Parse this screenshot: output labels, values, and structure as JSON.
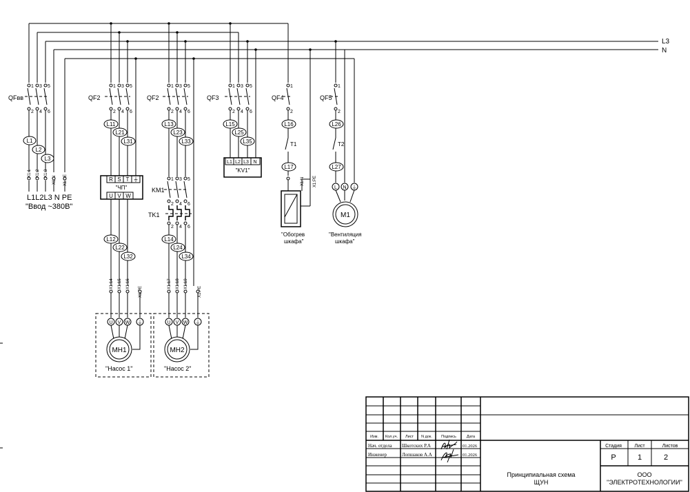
{
  "bus": {
    "l3": "L3",
    "n": "N"
  },
  "breakers": {
    "qfvv": "QFвв",
    "qf2a": "QF2",
    "qf2b": "QF2",
    "qf3": "QF3",
    "qf4": "QF4",
    "qf5": "QF5"
  },
  "pole_numbers": {
    "p1": "1",
    "p2": "2",
    "p3": "3",
    "p4": "4",
    "p5": "5",
    "p6": "6"
  },
  "wires": {
    "L1": "L1",
    "L2": "L2",
    "L3": "L3",
    "L11": "L11",
    "L21": "L21",
    "L31": "L31",
    "L13": "L13",
    "L23": "L23",
    "L33": "L33",
    "L15": "L15",
    "L25": "L25",
    "L35": "L35",
    "L16": "L16",
    "L17": "L17",
    "L26": "L26",
    "L27": "L27",
    "L12": "L12",
    "L22": "L22",
    "L32": "L32",
    "L14": "L14",
    "L24": "L24",
    "L34": "L34"
  },
  "terminals": {
    "input": [
      "X1:1",
      "X1:2",
      "X1:3",
      "X1:N",
      "X1:PE"
    ],
    "heater": [
      "X1:N",
      "X1:PE"
    ],
    "pump1": [
      "X1:14",
      "X1:15",
      "X1:16",
      "X1:PE"
    ],
    "pump2": [
      "X1:17",
      "X1:18",
      "X1:19",
      "X1:PE"
    ]
  },
  "input": {
    "phases": "L1L2L3 N PE",
    "caption": "\"Ввод ~380В\""
  },
  "vfd": {
    "top": [
      "R",
      "S",
      "T",
      "⏚"
    ],
    "name": "\"ЧП\"",
    "bottom": [
      "U",
      "V",
      "W"
    ]
  },
  "kv1": {
    "cells": [
      "L1",
      "L2",
      "L3",
      "N"
    ],
    "name": "\"KV1\""
  },
  "km1": "KM1",
  "tk1": "TK1",
  "thermostats": {
    "t1": "T1",
    "t2": "T2"
  },
  "heater_caption": [
    "\"Обогрев",
    "шкафа\""
  ],
  "fan_caption": [
    "\"Вентиляция",
    "шкафа\""
  ],
  "fan_motor": "M1",
  "fan_terminals": [
    "L",
    "N",
    "⏚"
  ],
  "motor_terminals": [
    "U",
    "V",
    "W",
    "⏚"
  ],
  "pump1": {
    "motor": "MH1",
    "caption": "\"Насос 1\""
  },
  "pump2": {
    "motor": "MH2",
    "caption": "\"Насос 2\""
  },
  "title_block": {
    "headers": [
      "Изм.",
      "Кол.уч.",
      "Лист",
      "N док.",
      "Подпись",
      "Дата"
    ],
    "rows": [
      {
        "role": "Нач. отдела",
        "name": "Шкотских Р.А",
        "date": "01.2026"
      },
      {
        "role": "Инженер",
        "name": "Лопшаков А.А",
        "date": "01.2026"
      }
    ],
    "stage_header": "Стадия",
    "sheet_header": "Лист",
    "sheets_header": "Листов",
    "stage": "Р",
    "sheet": "1",
    "sheets": "2",
    "title": [
      "Принципиальная схема",
      "ЩУН"
    ],
    "org": [
      "ООО",
      "\"ЭЛЕКТРОТЕХНОЛОГИИ\""
    ]
  }
}
